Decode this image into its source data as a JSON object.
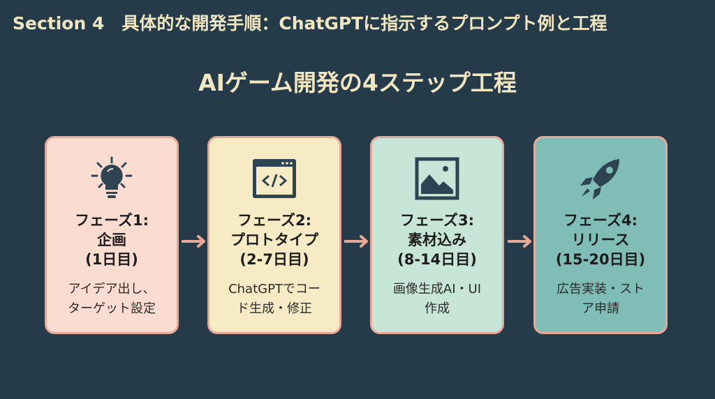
{
  "section_title": "Section 4　具体的な開発手順：ChatGPTに指示するプロンプト例と工程",
  "main_title": "AIゲーム開発の4ステップ工程",
  "colors": {
    "background": "#253b4a",
    "title": "#f1e6c0",
    "border": "#e8a898",
    "arrow": "#e8a898",
    "icon": "#2f4452"
  },
  "phases": [
    {
      "icon": "lightbulb-icon",
      "title": "フェーズ1:",
      "name": "企画",
      "days": "(1日目)",
      "desc1": "アイデア出し、",
      "desc2": "ターゲット設定",
      "color": "#fbdcd0"
    },
    {
      "icon": "code-window-icon",
      "title": "フェーズ2:",
      "name": "プロトタイプ",
      "days": "(2-7日目)",
      "desc1": "ChatGPTでコー",
      "desc2": "ド生成・修正",
      "color": "#f6ebc4"
    },
    {
      "icon": "image-icon",
      "title": "フェーズ3:",
      "name": "素材込み",
      "days": "(8-14日目)",
      "desc1": "画像生成AI・UI",
      "desc2": "作成",
      "color": "#c8e6d8"
    },
    {
      "icon": "rocket-icon",
      "title": "フェーズ4:",
      "name": "リリース",
      "days": "(15-20日目)",
      "desc1": "広告実装・スト",
      "desc2": "ア申請",
      "color": "#80bdb7"
    }
  ]
}
